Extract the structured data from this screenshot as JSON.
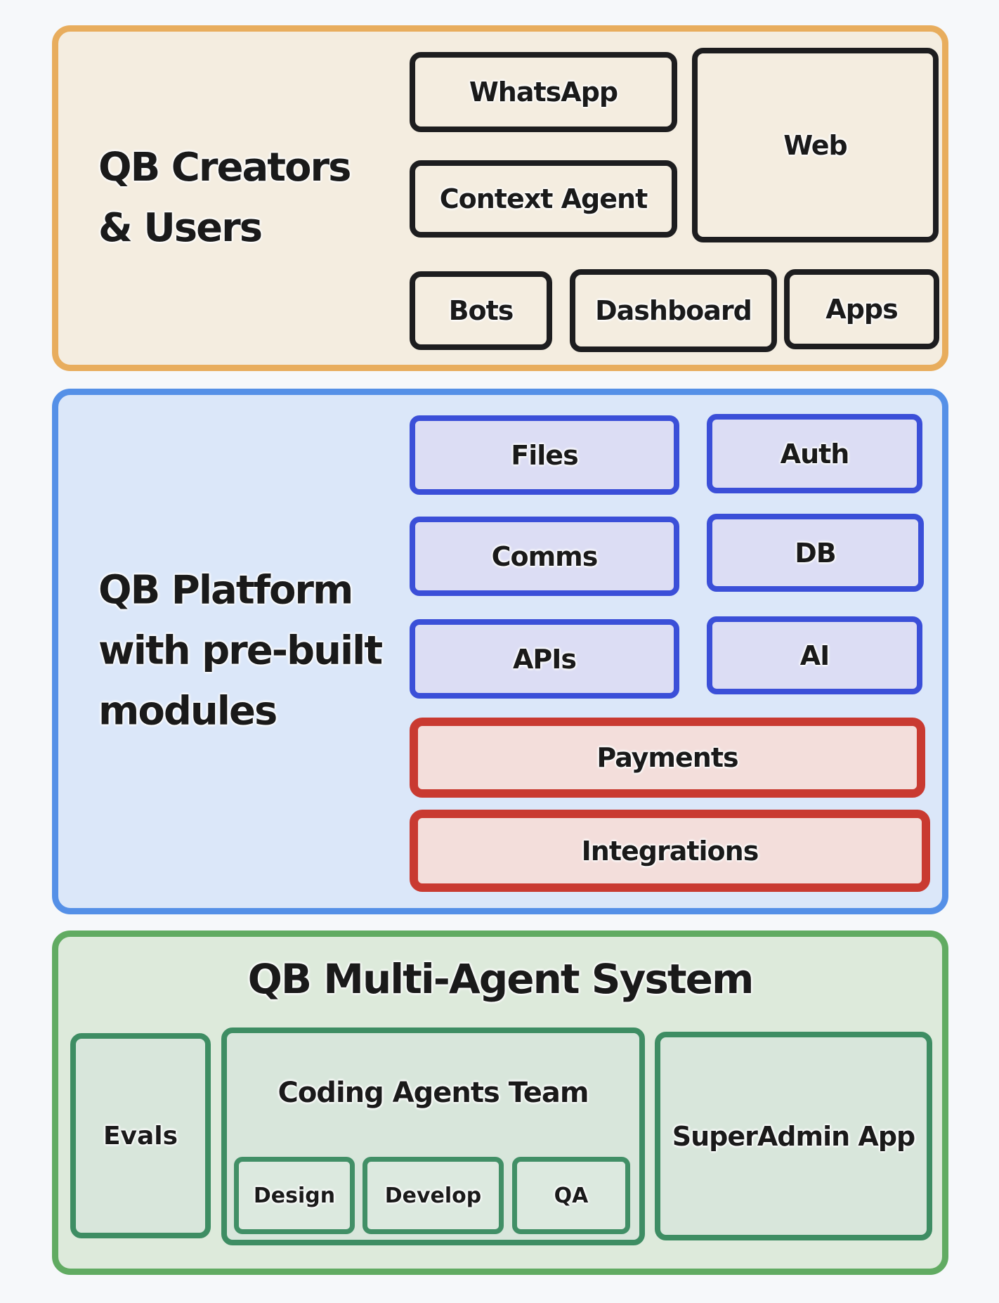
{
  "page": {
    "background": "#f6f8fa",
    "text_color": "#1a1a1a"
  },
  "sections": {
    "creators": {
      "title_lines": [
        "QB Creators",
        "& Users"
      ],
      "accent_border": "#e8ad5d",
      "fill": "#f4ede0",
      "box_border": "#1d1d1f",
      "boxes": {
        "whatsapp": "WhatsApp",
        "web": "Web",
        "context_agent": "Context Agent",
        "bots": "Bots",
        "dashboard": "Dashboard",
        "apps": "Apps"
      }
    },
    "platform": {
      "title_lines": [
        "QB Platform",
        "with pre-built",
        "modules"
      ],
      "accent_border": "#5590e7",
      "fill": "#dbe7f9",
      "module_border": "#3b4fd8",
      "module_fill": "#dcddf4",
      "service_border": "#c93a31",
      "service_fill": "#f3dedb",
      "modules": {
        "files": "Files",
        "auth": "Auth",
        "comms": "Comms",
        "db": "DB",
        "apis": "APIs",
        "ai": "AI"
      },
      "services": {
        "payments": "Payments",
        "integrations": "Integrations"
      }
    },
    "agents": {
      "title": "QB Multi-Agent System",
      "accent_border": "#61ab62",
      "fill": "#ddeadb",
      "box_border": "#3e8d63",
      "box_fill": "#d8e6db",
      "boxes": {
        "evals": "Evals",
        "coding_team": "Coding Agents Team",
        "superadmin": "SuperAdmin App",
        "design": "Design",
        "develop": "Develop",
        "qa": "QA"
      }
    }
  }
}
